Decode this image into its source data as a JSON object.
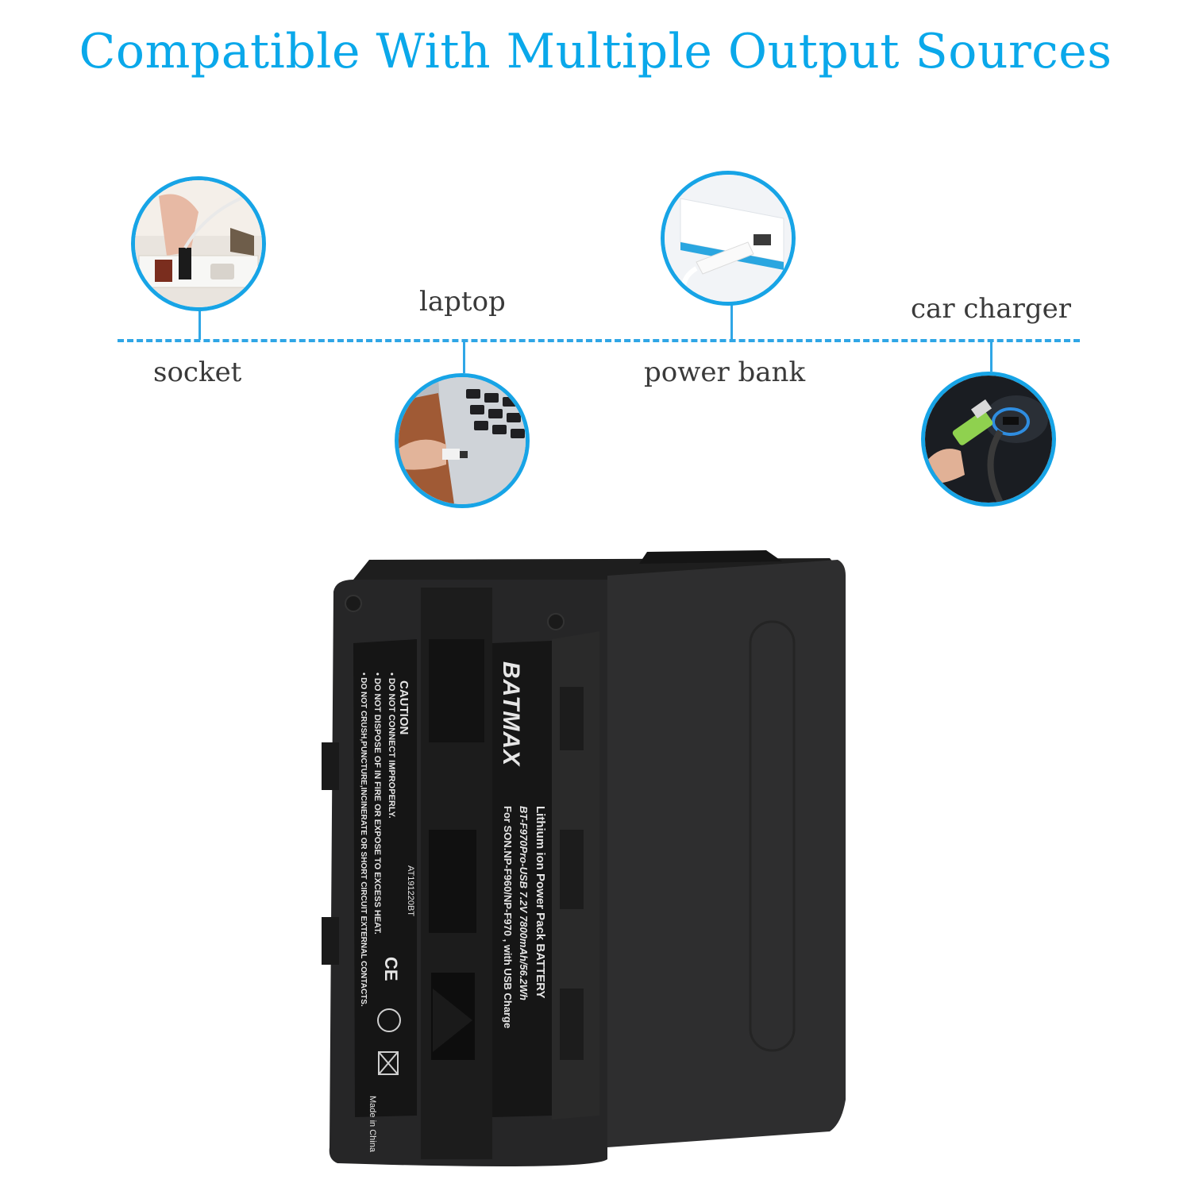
{
  "heading": "Compatible With Multiple Output Sources",
  "colors": {
    "accent": "#0AA8EA",
    "line": "#2FA6E6",
    "label": "#3a3a3a",
    "battery": "#2b2b2b"
  },
  "sources": [
    {
      "label": "socket",
      "icon": "socket-plug-icon"
    },
    {
      "label": "laptop",
      "icon": "laptop-usb-icon"
    },
    {
      "label": "power bank",
      "icon": "power-bank-icon"
    },
    {
      "label": "car charger",
      "icon": "car-charger-icon"
    }
  ],
  "battery": {
    "brand": "BATMAX",
    "caution_title": "CAUTION",
    "caution_lines": [
      "• DO NOT CONNECT IMPROPERLY.",
      "• DO NOT DISPOSE OF IN FIRE OR EXPOSE TO EXCESS HEAT.",
      "• DO NOT CRUSH,PUNCTURE,INCINERATE OR SHORT CIRCUIT EXTERNAL CONTACTS."
    ],
    "code": "AT191220BT",
    "made_in": "Made in China",
    "ce_mark": "CE",
    "product_title": "Lithium ion Power Pack BATTERY",
    "model_line": "BT-F970Pro-USB  7.2V 7800mAh/56.2Wh",
    "compat_line": "For SON.NP-F960/NP-F970 , with USB Charge"
  }
}
